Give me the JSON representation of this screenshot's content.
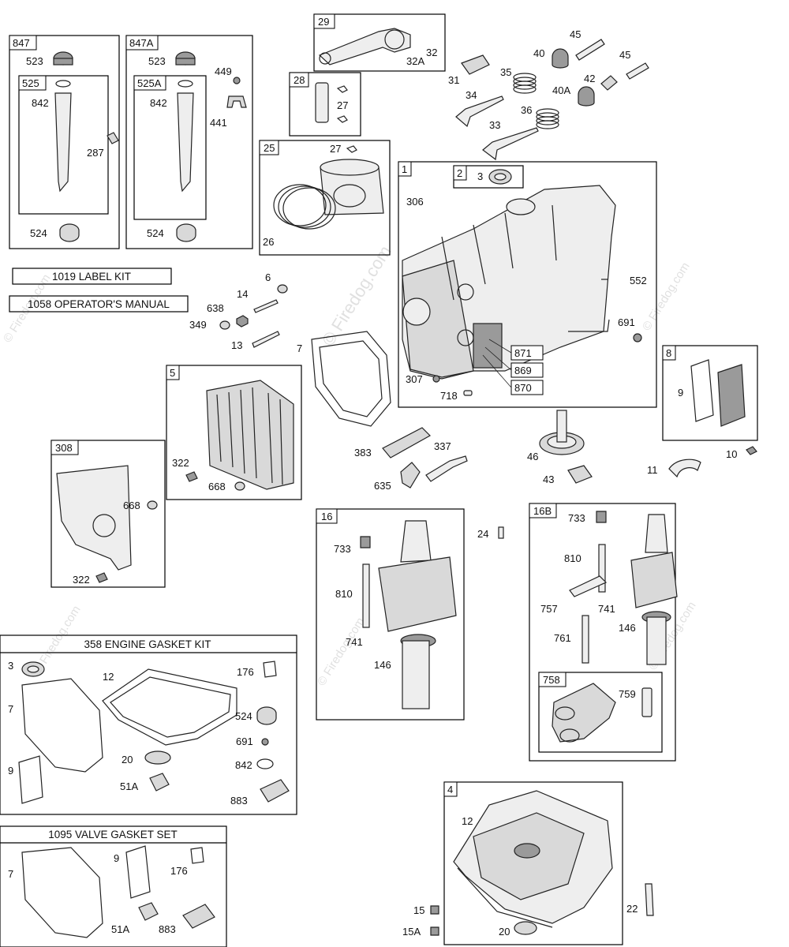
{
  "watermark": "© Firedog.com",
  "kit_labels": {
    "label_kit": "1019 LABEL KIT",
    "operators_manual": "1058 OPERATOR'S MANUAL",
    "engine_gasket_kit": "358 ENGINE GASKET KIT",
    "valve_gasket_set": "1095 VALVE GASKET SET"
  },
  "group_tags": {
    "g847": "847",
    "g525": "525",
    "g847A": "847A",
    "g525A": "525A",
    "g29": "29",
    "g28": "28",
    "g25": "25",
    "g1": "1",
    "g2": "2",
    "g5": "5",
    "g308": "308",
    "g8": "8",
    "g16": "16",
    "g16B": "16B",
    "g758": "758",
    "g4": "4",
    "g871": "871",
    "g869": "869",
    "g870": "870"
  },
  "callouts": {
    "c523a": "523",
    "c842a": "842",
    "c287": "287",
    "c524a": "524",
    "c523b": "523",
    "c842b": "842",
    "c449": "449",
    "c441": "441",
    "c524b": "524",
    "c32": "32",
    "c32A": "32A",
    "c27a": "27",
    "c27b": "27",
    "c26": "26",
    "c31": "31",
    "c35": "35",
    "c40": "40",
    "c45a": "45",
    "c45b": "45",
    "c42": "42",
    "c40A": "40A",
    "c34": "34",
    "c36": "36",
    "c33": "33",
    "c3a": "3",
    "c306": "306",
    "c552": "552",
    "c691a": "691",
    "c307": "307",
    "c718": "718",
    "c6": "6",
    "c14": "14",
    "c638": "638",
    "c349": "349",
    "c13": "13",
    "c7a": "7",
    "c322a": "322",
    "c668a": "668",
    "c668b": "668",
    "c322b": "322",
    "c9a": "9",
    "c10": "10",
    "c11": "11",
    "c43": "43",
    "c46": "46",
    "c383": "383",
    "c337": "337",
    "c635": "635",
    "c24": "24",
    "c733a": "733",
    "c810a": "810",
    "c741a": "741",
    "c146a": "146",
    "c733b": "733",
    "c810b": "810",
    "c757": "757",
    "c741b": "741",
    "c146b": "146",
    "c761": "761",
    "c759": "759",
    "c3b": "3",
    "c12a": "12",
    "c176a": "176",
    "c7b": "7",
    "c524c": "524",
    "c691b": "691",
    "c20a": "20",
    "c842c": "842",
    "c9b": "9",
    "c51Aa": "51A",
    "c883a": "883",
    "c7c": "7",
    "c9c": "9",
    "c176b": "176",
    "c51Ab": "51A",
    "c883b": "883",
    "c12b": "12",
    "c15": "15",
    "c15A": "15A",
    "c20b": "20",
    "c22": "22"
  }
}
